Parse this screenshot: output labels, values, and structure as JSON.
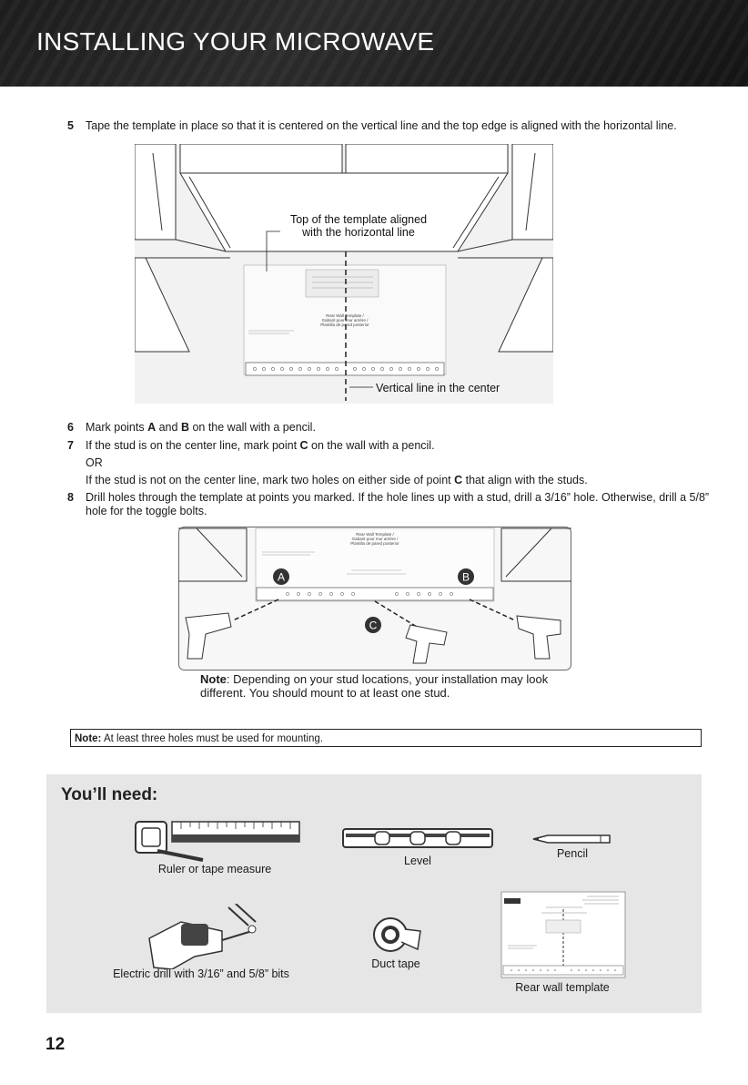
{
  "header": {
    "title": "INSTALLING YOUR MICROWAVE"
  },
  "step5": {
    "num": "5",
    "text": "Tape the template in place so that it is centered on the vertical line and the top edge is aligned with the horizontal line."
  },
  "figure1": {
    "callout_top": "Top of the template aligned\nwith the horizontal line",
    "callout_vertical": "Vertical line in the center",
    "template_text": "Rear Wall Template /\nGabarit pour mur arrière /\nPlantilla de pared posterior"
  },
  "step6": {
    "num": "6",
    "pre": "Mark points ",
    "a": "A",
    "mid": " and ",
    "b": "B",
    "post": " on the wall with a pencil."
  },
  "step7": {
    "num": "7",
    "pre": "If the stud is on the center line, mark point ",
    "c": "C",
    "post": " on the wall with a pencil."
  },
  "or_text": "OR",
  "step7b": {
    "pre": "If the stud is not on the center line, mark two holes on either side of point ",
    "c": "C",
    "post": " that align with the studs."
  },
  "step8": {
    "num": "8",
    "text": "Drill holes through the template at points you marked. If the hole lines up with a stud, drill a 3/16” hole. Otherwise, drill a 5/8” hole for the toggle bolts."
  },
  "figure2": {
    "marker_a": "A",
    "marker_b": "B",
    "marker_c": "C",
    "template_text": "Rear Wall Template /\nGabarit pour mur arrière /\nPlantilla de pared posterior"
  },
  "note_caption": {
    "label": "Note",
    "text": ": Depending on your stud locations, your installation may look different. You should mount to at least one stud."
  },
  "notebox": {
    "label": "Note:",
    "text": " At least three holes must be used for mounting."
  },
  "youll_need": {
    "title": "You’ll need:",
    "tools": {
      "ruler": "Ruler or tape measure",
      "level": "Level",
      "pencil": "Pencil",
      "drill": "Electric drill with 3/16” and 5/8” bits",
      "tape": "Duct tape",
      "template": "Rear wall template"
    }
  },
  "page_number": "12"
}
